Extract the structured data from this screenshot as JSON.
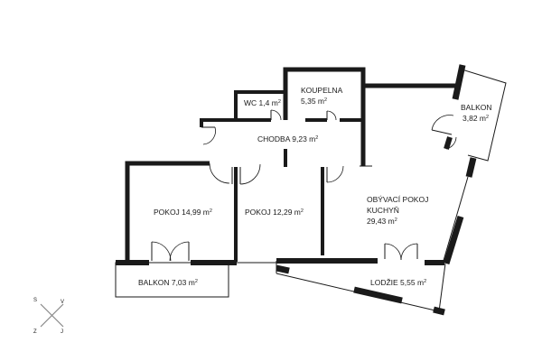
{
  "rooms": {
    "wc": {
      "name": "WC",
      "area": "1,4 m",
      "unit_sup": "2"
    },
    "koupelna": {
      "name": "KOUPELNA",
      "area": "5,35 m",
      "unit_sup": "2"
    },
    "balkon_e": {
      "name": "BALKON",
      "area": "3,82 m",
      "unit_sup": "2"
    },
    "chodba": {
      "name": "CHODBA 9,23 m",
      "unit_sup": "2"
    },
    "pokoj1": {
      "name": "POKOJ 14,99 m",
      "unit_sup": "2"
    },
    "pokoj2": {
      "name": "POKOJ 12,29 m",
      "unit_sup": "2"
    },
    "obyvaci": {
      "name1": "OBÝVACÍ POKOJ",
      "name2": "KUCHYŇ",
      "area": "29,43 m",
      "unit_sup": "2"
    },
    "balkon_s": {
      "name": "BALKON 7,03 m",
      "unit_sup": "2"
    },
    "lodzie": {
      "name": "LODŽIE 5,55 m",
      "unit_sup": "2"
    }
  },
  "compass": {
    "north": "S",
    "east": "V",
    "south": "J",
    "west": "Z"
  },
  "colors": {
    "wall": "#1a1a1a",
    "background": "#ffffff"
  }
}
